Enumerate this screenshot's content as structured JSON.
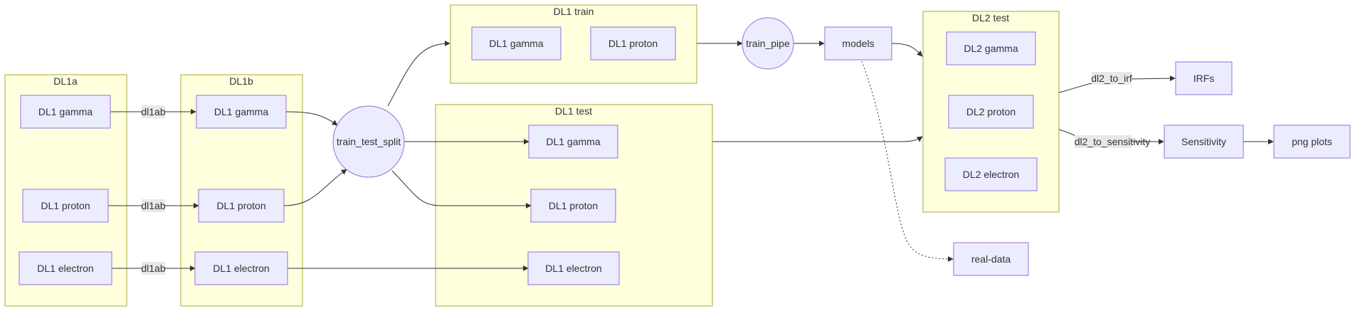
{
  "clusters": {
    "dl1a": "DL1a",
    "dl1b": "DL1b",
    "dl1_train": "DL1 train",
    "dl1_test": "DL1 test",
    "dl2_test": "DL2 test"
  },
  "nodes": {
    "dl1a_gamma": "DL1 gamma",
    "dl1a_proton": "DL1 proton",
    "dl1a_electron": "DL1 electron",
    "dl1b_gamma": "DL1 gamma",
    "dl1b_proton": "DL1 proton",
    "dl1b_electron": "DL1 electron",
    "train_test_split": "train_test_split",
    "train_gamma": "DL1 gamma",
    "train_proton": "DL1 proton",
    "test_gamma": "DL1 gamma",
    "test_proton": "DL1 proton",
    "test_electron": "DL1 electron",
    "train_pipe": "train_pipe",
    "models": "models",
    "dl2_gamma": "DL2 gamma",
    "dl2_proton": "DL2 proton",
    "dl2_electron": "DL2 electron",
    "irfs": "IRFs",
    "sensitivity": "Sensitivity",
    "png_plots": "png plots",
    "real_data": "real-data"
  },
  "edge_labels": {
    "dl1ab_gamma": "dl1ab",
    "dl1ab_proton": "dl1ab",
    "dl1ab_electron": "dl1ab",
    "dl2_to_irf": "dl2_to_irf",
    "dl2_to_sensitivity": "dl2_to_sensitivity"
  },
  "colors": {
    "cluster_fill": "#ffffde",
    "cluster_stroke": "#aaaa33",
    "node_fill": "#ececff",
    "node_stroke": "#9370db",
    "edge": "#333333",
    "edge_label_bg": "#e8e8e8"
  }
}
